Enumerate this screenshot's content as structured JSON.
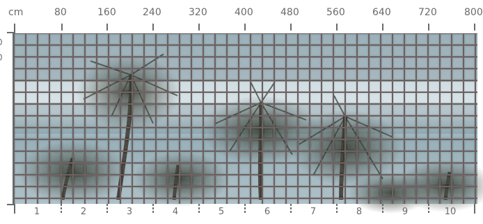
{
  "ruler": {
    "unit": "cm",
    "marks": [
      "80",
      "160",
      "240",
      "320",
      "400",
      "480",
      "560",
      "640",
      "720",
      "800"
    ],
    "side_marks": [
      "0",
      "0"
    ]
  },
  "mural": {
    "description_icon": "palm-glass-block-photo",
    "colors": {
      "sky": "#c9d8df",
      "glass": "#88a4b0",
      "grout": "#6d6060",
      "foliage": "#3b3f33"
    }
  },
  "panels": [
    "1",
    "2",
    "3",
    "4",
    "5",
    "6",
    "7",
    "8",
    "9",
    "10"
  ]
}
